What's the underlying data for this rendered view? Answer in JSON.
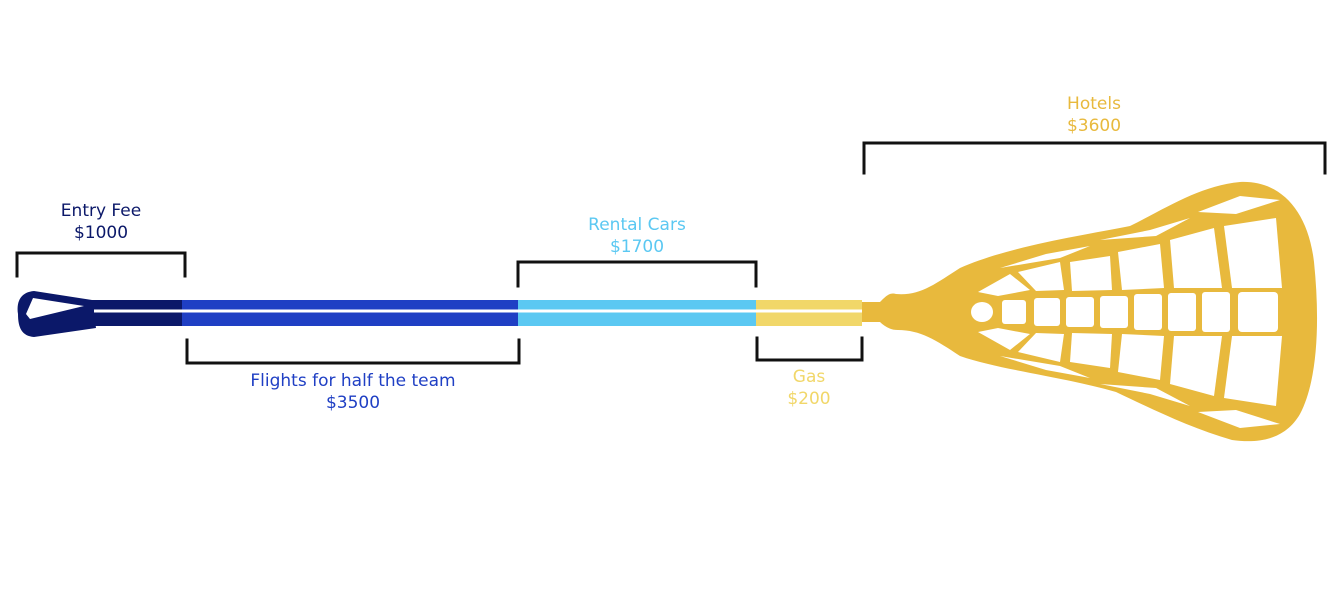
{
  "chart_data": {
    "type": "bar",
    "categories": [
      "Entry Fee",
      "Flights for half the team",
      "Rental Cars",
      "Gas",
      "Hotels"
    ],
    "values": [
      1000,
      3500,
      1700,
      200,
      3600
    ],
    "value_labels": [
      "$1000",
      "$3500",
      "$1700",
      "$200",
      "$3600"
    ],
    "colors": [
      "#0b1869",
      "#1f3fc4",
      "#5bc8f2",
      "#f1d769",
      "#e8b93d"
    ]
  }
}
